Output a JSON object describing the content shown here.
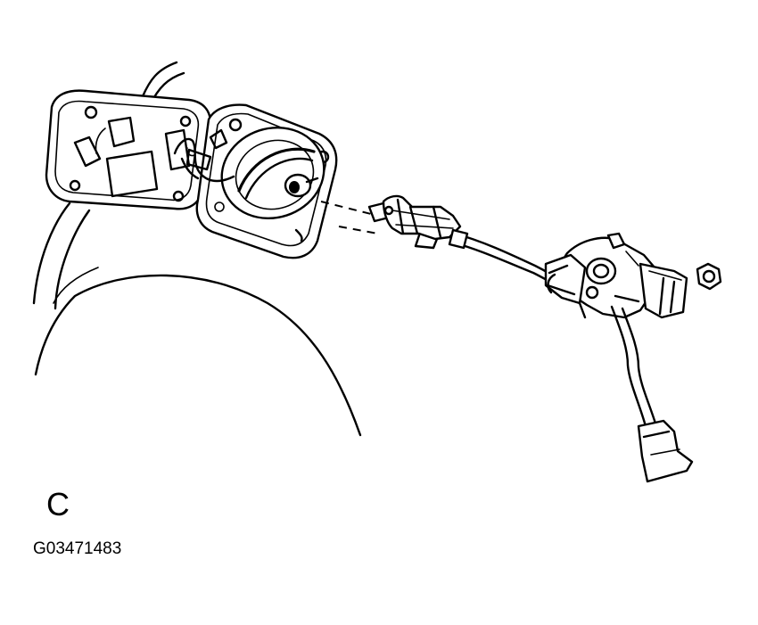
{
  "view_letter": "C",
  "figure_code": "G03471483",
  "parts": [
    "fuel-filler-door",
    "filler-opening-housing",
    "fuel-cap",
    "door-latch-rod",
    "opener-cable",
    "opener-motor",
    "wiring-connector",
    "mounting-nut",
    "body-panel"
  ]
}
